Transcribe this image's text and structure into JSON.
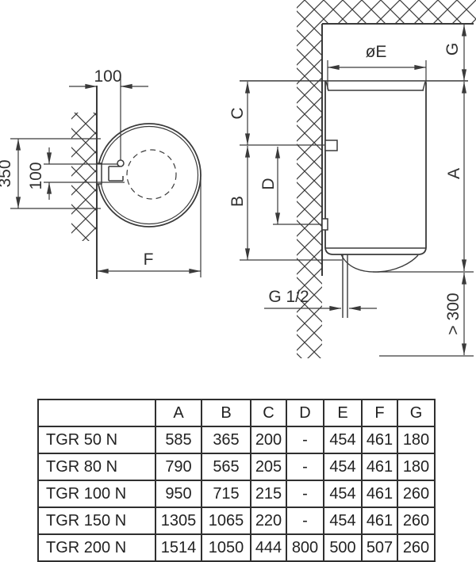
{
  "colors": {
    "line": "#3a3a3a",
    "text": "#2f2f2f"
  },
  "top_view": {
    "dim_offset_top": "100",
    "dim_height": "350",
    "dim_offset_side": "100",
    "dim_depth": "F"
  },
  "side_view": {
    "dim_diameter": "øE",
    "dim_ceiling_gap": "G",
    "dim_top_to_upper_bracket": "C",
    "dim_bracket_spacing": "D",
    "dim_upper_bracket_to_bottom": "B",
    "dim_total_height": "A",
    "dim_pipe_thread": "G 1/2",
    "dim_floor_clearance": "> 300"
  },
  "table": {
    "headers": [
      "",
      "A",
      "B",
      "C",
      "D",
      "E",
      "F",
      "G"
    ],
    "rows": [
      {
        "model": "TGR 50 N",
        "values": [
          "585",
          "365",
          "200",
          "-",
          "454",
          "461",
          "180"
        ]
      },
      {
        "model": "TGR 80 N",
        "values": [
          "790",
          "565",
          "205",
          "-",
          "454",
          "461",
          "180"
        ]
      },
      {
        "model": "TGR 100 N",
        "values": [
          "950",
          "715",
          "215",
          "-",
          "454",
          "461",
          "260"
        ]
      },
      {
        "model": "TGR 150 N",
        "values": [
          "1305",
          "1065",
          "220",
          "-",
          "454",
          "461",
          "260"
        ]
      },
      {
        "model": "TGR 200 N",
        "values": [
          "1514",
          "1050",
          "444",
          "800",
          "500",
          "507",
          "260"
        ]
      }
    ]
  }
}
